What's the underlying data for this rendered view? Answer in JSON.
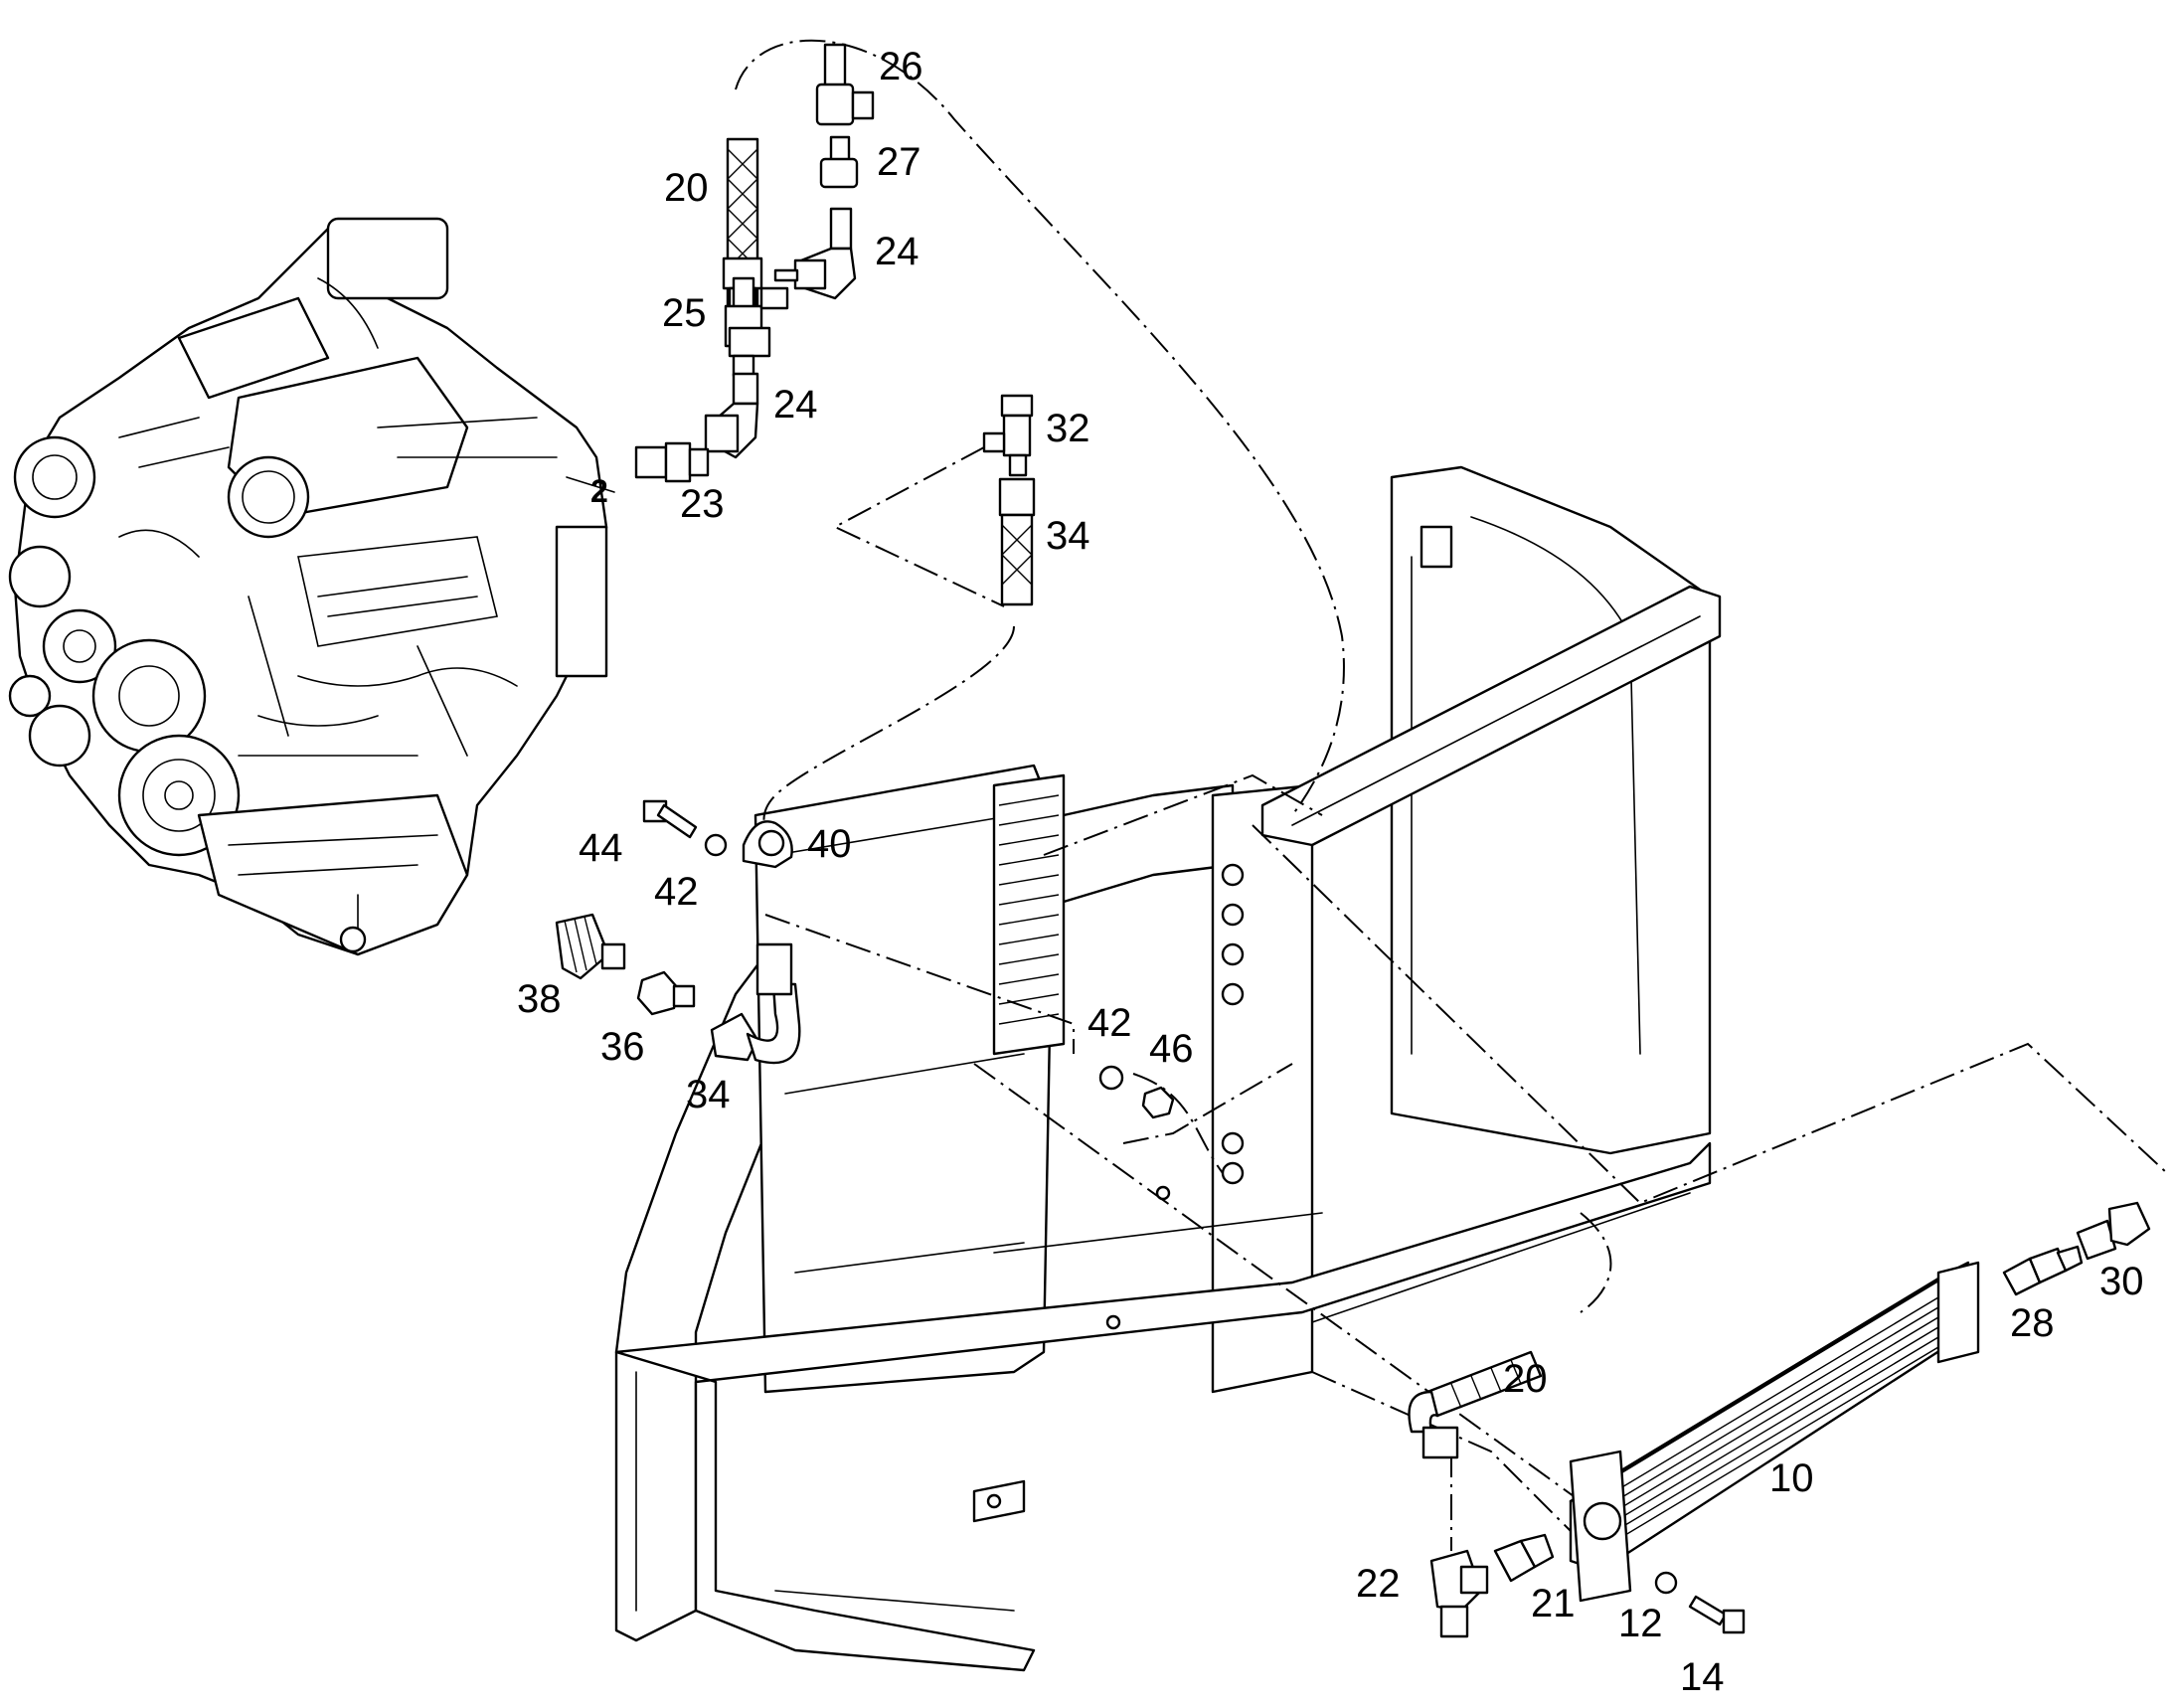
{
  "diagram": {
    "callouts": [
      "2",
      "10",
      "12",
      "14",
      "20",
      "20",
      "21",
      "22",
      "23",
      "24",
      "24",
      "25",
      "26",
      "27",
      "28",
      "30",
      "32",
      "34",
      "34",
      "36",
      "38",
      "40",
      "42",
      "42",
      "44",
      "46"
    ]
  }
}
